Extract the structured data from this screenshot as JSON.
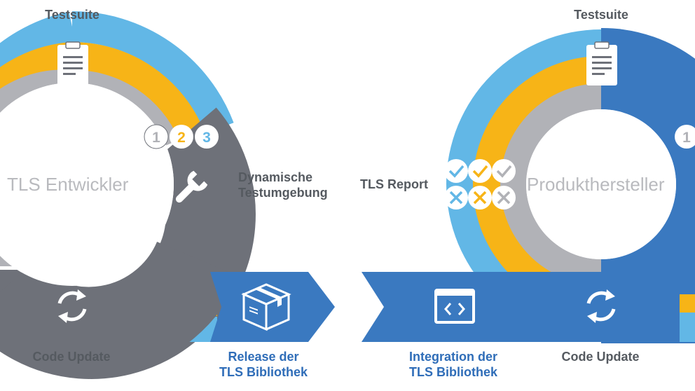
{
  "left": {
    "suite_label": "Testsuite",
    "center_label": "TLS Entwickler",
    "numbers": [
      "1",
      "2",
      "3"
    ],
    "env_label_line1": "Dynamische",
    "env_label_line2": "Testumgebung",
    "update_label": "Code Update",
    "release_line1": "Release der",
    "release_line2": "TLS Bibliothek"
  },
  "right": {
    "suite_label": "Testsuite",
    "center_label": "Produkthersteller",
    "number": "1",
    "report_label": "TLS Report",
    "integration_line1": "Integration der",
    "integration_line2": "TLS Bibliothek",
    "update_label": "Code Update"
  },
  "colors": {
    "ring_blue": "#62b7e6",
    "ring_yellow": "#f7b417",
    "ring_gray": "#b1b2b7",
    "dark_gray": "#6e7179",
    "arrow_blue": "#3a79c0",
    "label_gray": "#555a60",
    "label_blue": "#2f6db8",
    "center_text": "#b9babe"
  },
  "icons": [
    "clipboard-icon",
    "wrench-icon",
    "refresh-icon",
    "package-icon",
    "code-window-icon",
    "check-icon",
    "cross-icon"
  ]
}
